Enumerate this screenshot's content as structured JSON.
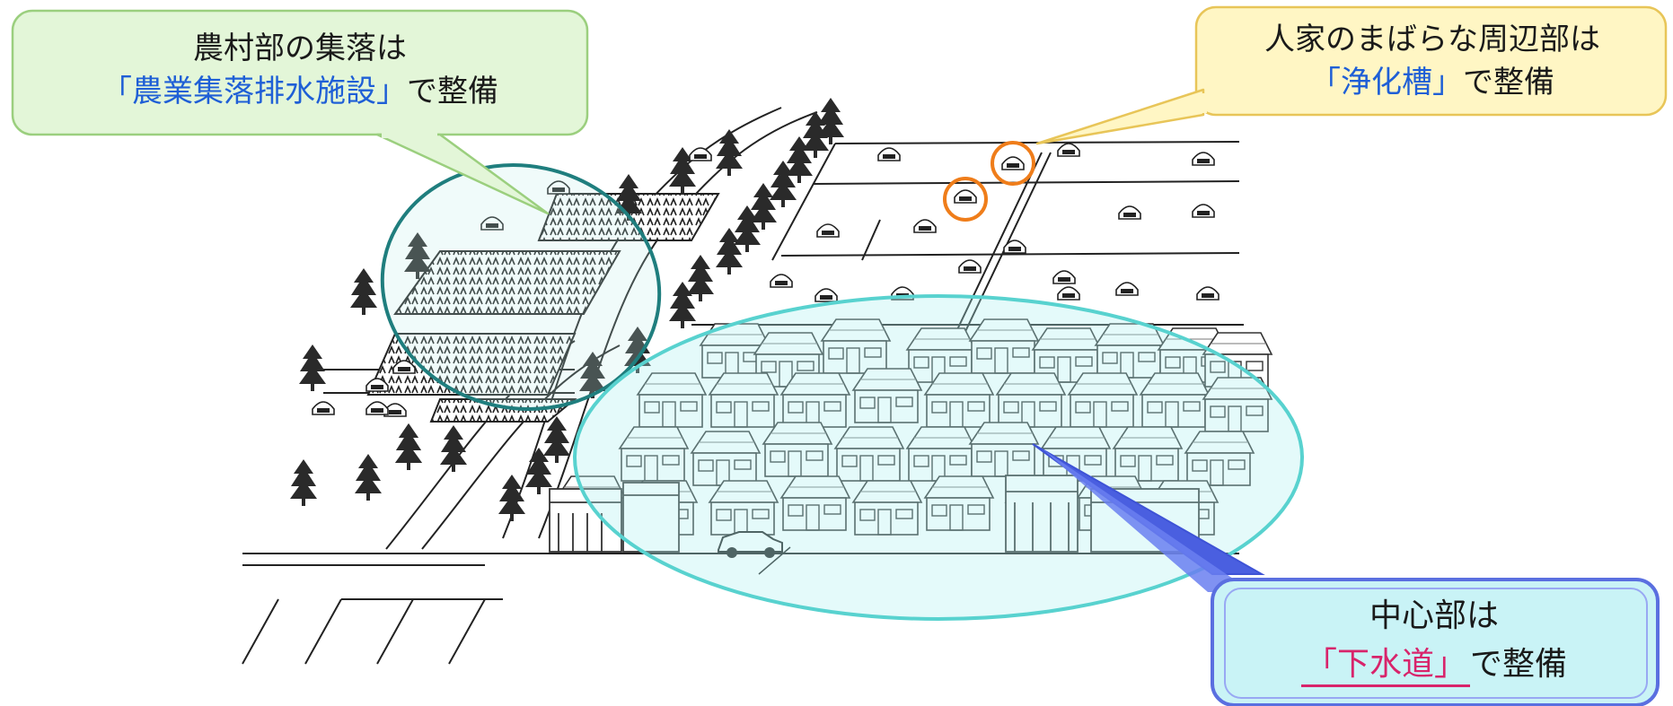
{
  "callouts": {
    "rural": {
      "line1": "農村部の集落は",
      "highlight": "「農業集落排水施設」",
      "suffix": "で整備"
    },
    "periphery": {
      "line1": "人家のまばらな周辺部は",
      "highlight": "「浄化槽」",
      "suffix": "で整備"
    },
    "center": {
      "line1": "中心部は",
      "highlight": "「下水道」",
      "suffix": "で整備"
    }
  },
  "colors": {
    "rural_box_fill": "#e3f6d8",
    "rural_box_border": "#9bcf7e",
    "rural_ellipse": "#1f7e7e",
    "periphery_box_fill": "#fff6c4",
    "periphery_box_border": "#e8c558",
    "periphery_circle": "#ef7d1a",
    "center_box_fill": "#c9f3f6",
    "center_box_border": "#5a6fe0",
    "center_ellipse": "#58d2cf",
    "highlight_blue": "#1f5fd6",
    "highlight_pink": "#d8246b"
  },
  "icons": [
    "conifer-tree-icon",
    "house-icon",
    "car-icon",
    "rice-field-icon"
  ]
}
